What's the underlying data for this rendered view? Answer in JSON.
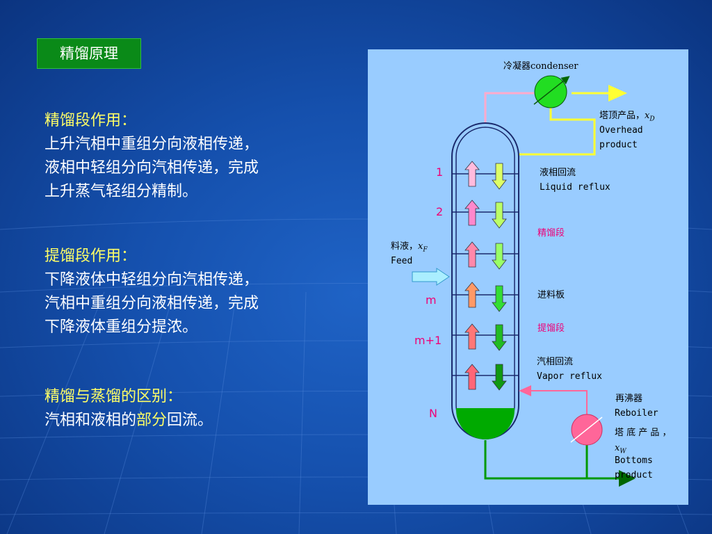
{
  "slide_title": "精馏原理",
  "sections": [
    {
      "heading": "精馏段作用：",
      "lines": [
        "上升汽相中重组分向液相传递，",
        "液相中轻组分向汽相传递，完成",
        "上升蒸气轻组分精制。"
      ]
    },
    {
      "heading": "提馏段作用：",
      "lines": [
        "下降液体中轻组分向汽相传递，",
        "汽相中重组分向液相传递，完成",
        "下降液体重组分提浓。"
      ]
    }
  ],
  "difference": {
    "heading": "精馏与蒸馏的区别：",
    "line_prefix": "汽相和液相的",
    "line_highlight": "部分",
    "line_suffix": "回流。"
  },
  "diagram": {
    "condenser_label": "冷凝器condenser",
    "overhead_zh": "塔顶产品，",
    "overhead_var": "x",
    "overhead_sub": "D",
    "overhead_en1": "Overhead",
    "overhead_en2": "product",
    "liquid_reflux_zh": "液相回流",
    "liquid_reflux_en": "Liquid reflux",
    "rectifying_section": "精馏段",
    "feed_zh": "料液，",
    "feed_var": "x",
    "feed_sub": "F",
    "feed_en": "Feed",
    "feed_plate": "进料板",
    "stripping_section": "提馏段",
    "vapor_reflux_zh": "汽相回流",
    "vapor_reflux_en": "Vapor reflux",
    "reboiler_zh": "再沸器",
    "reboiler_en": "Reboiler",
    "bottoms_zh": "塔 底 产 品 ，",
    "bottoms_var": "x",
    "bottoms_sub": "W",
    "bottoms_en1": "Bottoms",
    "bottoms_en2": "product",
    "plate_labels": [
      "1",
      "2",
      "m",
      "m+1",
      "N"
    ]
  },
  "colors": {
    "title_bg": "#0a8a18",
    "panel_bg": "#99ccff",
    "heading_text": "#ffff66",
    "body_text": "#ffffff",
    "plate_label": "#ee0077",
    "condenser": "#22dd22",
    "reboiler": "#ff6699",
    "bottoms_liquid": "#00aa00"
  }
}
